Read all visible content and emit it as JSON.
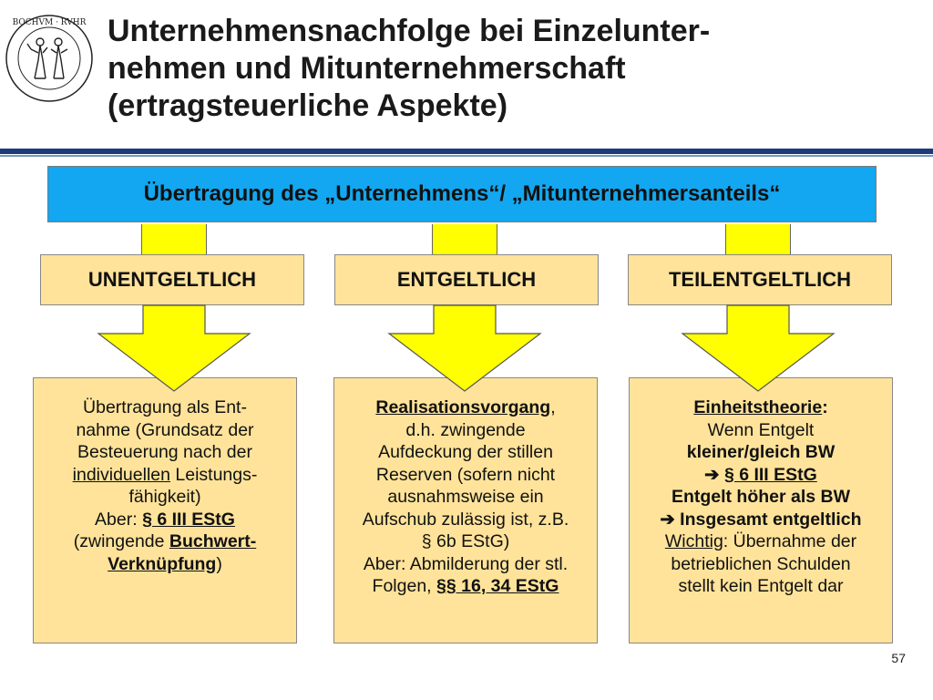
{
  "header": {
    "title_lines": [
      "Unternehmensnachfolge bei Einzelunter-",
      "nehmen und Mitunternehmerschaft",
      "(ertragsteuerliche Aspekte)"
    ]
  },
  "banner": {
    "text": "Übertragung des „Unternehmens“/ „Mitunternehmersanteils“"
  },
  "categories": {
    "unentgeltlich": "UNENTGELTLICH",
    "entgeltlich": "ENTGELTLICH",
    "teilentgeltlich": "TEILENTGELTLICH"
  },
  "box1": {
    "l1": "Übertragung als Ent-",
    "l2": "nahme (Grundsatz der",
    "l3": "Besteuerung nach der",
    "l4a": "individuellen",
    "l4b": " Leistungs-",
    "l5": "fähigkeit)",
    "l6a": "Aber: ",
    "l6b": "§ 6 III EStG",
    "l7a": "(zwingende ",
    "l7b": "Buchwert-",
    "l8a": "Verknüpfung",
    "l8b": ")"
  },
  "box2": {
    "l1a": "Realisationsvorgang",
    "l1b": ",",
    "l2": "d.h. zwingende",
    "l3": "Aufdeckung der stillen",
    "l4": "Reserven (sofern nicht",
    "l5": "ausnahmsweise ein",
    "l6": "Aufschub zulässig ist, z.B.",
    "l7": "§ 6b EStG)",
    "l8": "Aber: Abmilderung der stl.",
    "l9a": "Folgen, ",
    "l9b": "§§ 16, 34 EStG"
  },
  "box3": {
    "l1a": "Einheitstheorie",
    "l1b": ":",
    "l2": "Wenn Entgelt",
    "l3": "kleiner/gleich BW",
    "l4a": "➔ ",
    "l4b": "§ 6 III EStG",
    "l5": "Entgelt höher als BW",
    "l6": "➔ Insgesamt entgeltlich",
    "l7a": "Wichtig",
    "l7b": ": Übernahme der",
    "l8": "betrieblichen Schulden",
    "l9": "stellt kein Entgelt dar"
  },
  "footer": {
    "page_number": "57"
  },
  "colors": {
    "banner": "#12a7f0",
    "box": "#ffe39a",
    "arrow": "#ffff00",
    "rule": "#1d3a7a"
  },
  "icons": {
    "logo": "university-seal-icon",
    "arrows": "down-arrow-icon"
  }
}
